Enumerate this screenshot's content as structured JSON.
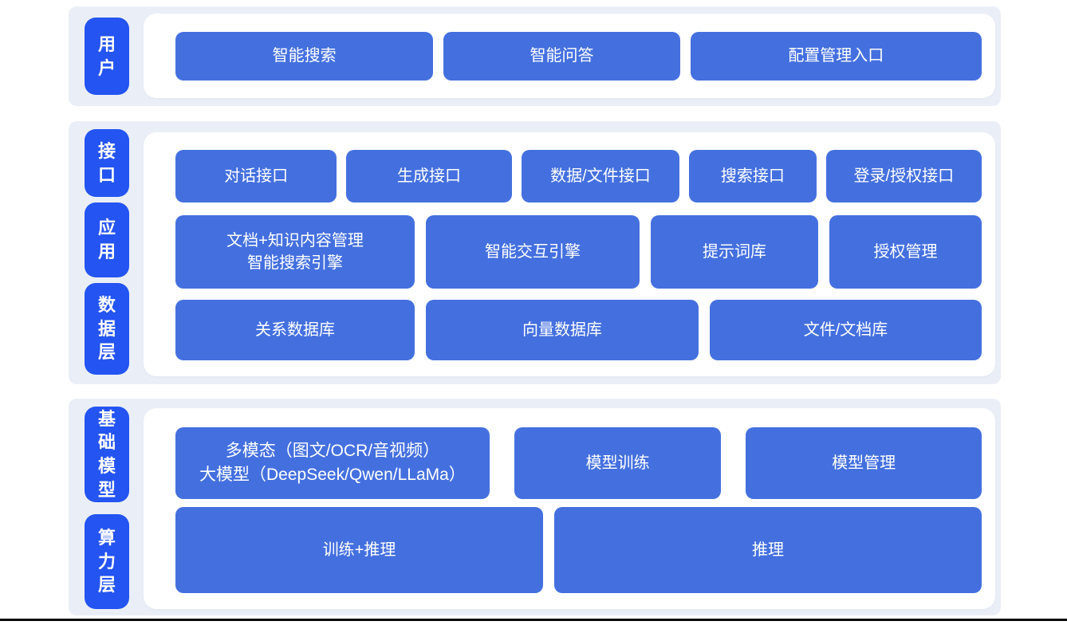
{
  "colors": {
    "band_background": "#eaeff7",
    "panel_background": "#ffffff",
    "layer_label_blue": "#2454f1",
    "block_blue": "#4470df",
    "text_white": "#ffffff",
    "bottom_divider": "#060606"
  },
  "bands": [
    {
      "labels": [
        {
          "text": "用户"
        }
      ],
      "rows": [
        {
          "buttons": [
            {
              "lines": [
                "智能搜索"
              ]
            },
            {
              "lines": [
                "智能问答"
              ]
            },
            {
              "lines": [
                "配置管理入口"
              ]
            }
          ]
        }
      ]
    },
    {
      "labels": [
        {
          "text": "接口"
        },
        {
          "text": "应用"
        },
        {
          "text": "数据层"
        }
      ],
      "rows": [
        {
          "buttons": [
            {
              "lines": [
                "对话接口"
              ]
            },
            {
              "lines": [
                "生成接口"
              ]
            },
            {
              "lines": [
                "数据/文件接口"
              ]
            },
            {
              "lines": [
                "搜索接口"
              ]
            },
            {
              "lines": [
                "登录/授权接口"
              ]
            }
          ]
        },
        {
          "buttons": [
            {
              "lines": [
                "文档+知识内容管理",
                "智能搜索引擎"
              ]
            },
            {
              "lines": [
                "智能交互引擎"
              ]
            },
            {
              "lines": [
                "提示词库"
              ]
            },
            {
              "lines": [
                "授权管理"
              ]
            }
          ]
        },
        {
          "buttons": [
            {
              "lines": [
                "关系数据库"
              ]
            },
            {
              "lines": [
                "向量数据库"
              ]
            },
            {
              "lines": [
                "文件/文档库"
              ]
            }
          ]
        }
      ]
    },
    {
      "labels": [
        {
          "text": "基础模型"
        },
        {
          "text": "算力层"
        }
      ],
      "rows": [
        {
          "buttons": [
            {
              "lines": [
                "多模态（图文/OCR/音视频）",
                "大模型（DeepSeek/Qwen/LLaMa）"
              ]
            },
            {
              "lines": [
                "模型训练"
              ]
            },
            {
              "lines": [
                "模型管理"
              ]
            }
          ]
        },
        {
          "buttons": [
            {
              "lines": [
                "训练+推理"
              ]
            },
            {
              "lines": [
                "推理"
              ]
            }
          ]
        }
      ]
    }
  ]
}
